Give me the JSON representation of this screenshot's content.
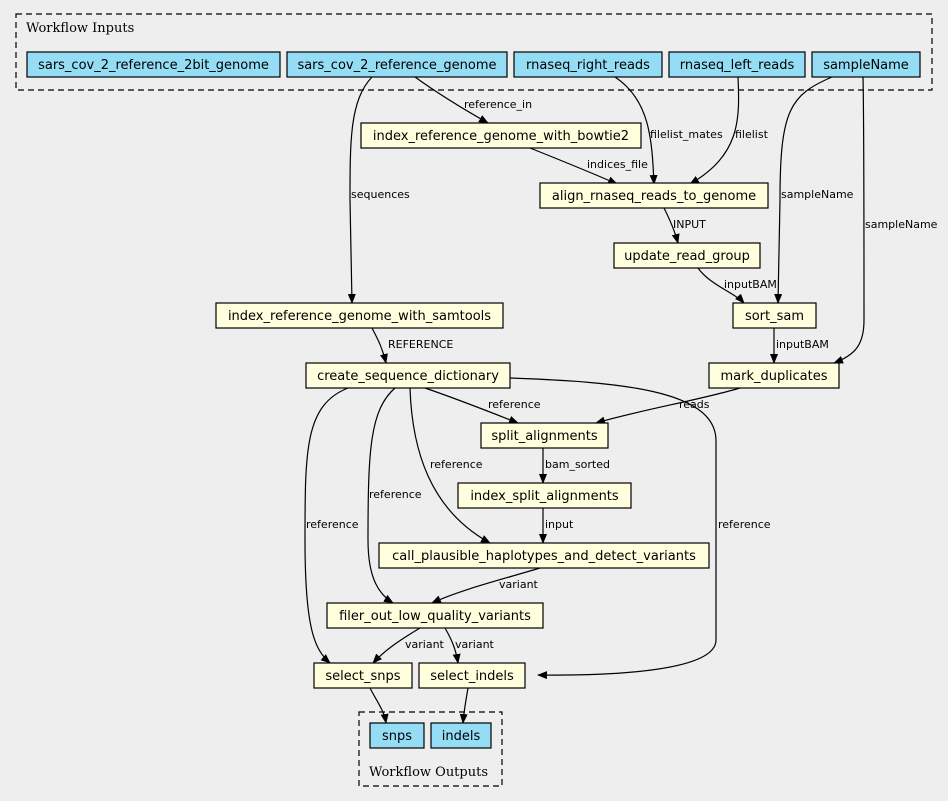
{
  "clusters": {
    "inputs": "Workflow Inputs",
    "outputs": "Workflow Outputs"
  },
  "inputs": {
    "ref2bit": "sars_cov_2_reference_2bit_genome",
    "refgenome": "sars_cov_2_reference_genome",
    "rightreads": "rnaseq_right_reads",
    "leftreads": "rnaseq_left_reads",
    "samplename": "sampleName"
  },
  "steps": {
    "bowtie2": "index_reference_genome_with_bowtie2",
    "align": "align_rnaseq_reads_to_genome",
    "readgroup": "update_read_group",
    "samtools": "index_reference_genome_with_samtools",
    "sortsam": "sort_sam",
    "seqdict": "create_sequence_dictionary",
    "markdup": "mark_duplicates",
    "split": "split_alignments",
    "indexsplit": "index_split_alignments",
    "callvar": "call_plausible_haplotypes_and_detect_variants",
    "filter": "filer_out_low_quality_variants",
    "snps": "select_snps",
    "indels": "select_indels"
  },
  "outputs": {
    "snps": "snps",
    "indels": "indels"
  },
  "edge_labels": {
    "reference_in": "reference_in",
    "sequences": "sequences",
    "filelist_mates": "filelist_mates",
    "filelist": "filelist",
    "indices_file": "indices_file",
    "samplename_sort": "sampleName",
    "samplename_mark": "sampleName",
    "input_upper": "INPUT",
    "inputbam_sort": "inputBAM",
    "reference_upper": "REFERENCE",
    "inputbam_mark": "inputBAM",
    "reads": "reads",
    "ref_split": "reference",
    "bam_sorted": "bam_sorted",
    "ref_call": "reference",
    "input": "input",
    "ref_filter": "reference",
    "ref_snps": "reference",
    "ref_indels": "reference",
    "variant_filter": "variant",
    "variant_snps": "variant",
    "variant_indels": "variant"
  },
  "colors": {
    "input_fill": "#94ddf4",
    "step_fill": "#ffffdd",
    "background": "#eeeeee"
  }
}
